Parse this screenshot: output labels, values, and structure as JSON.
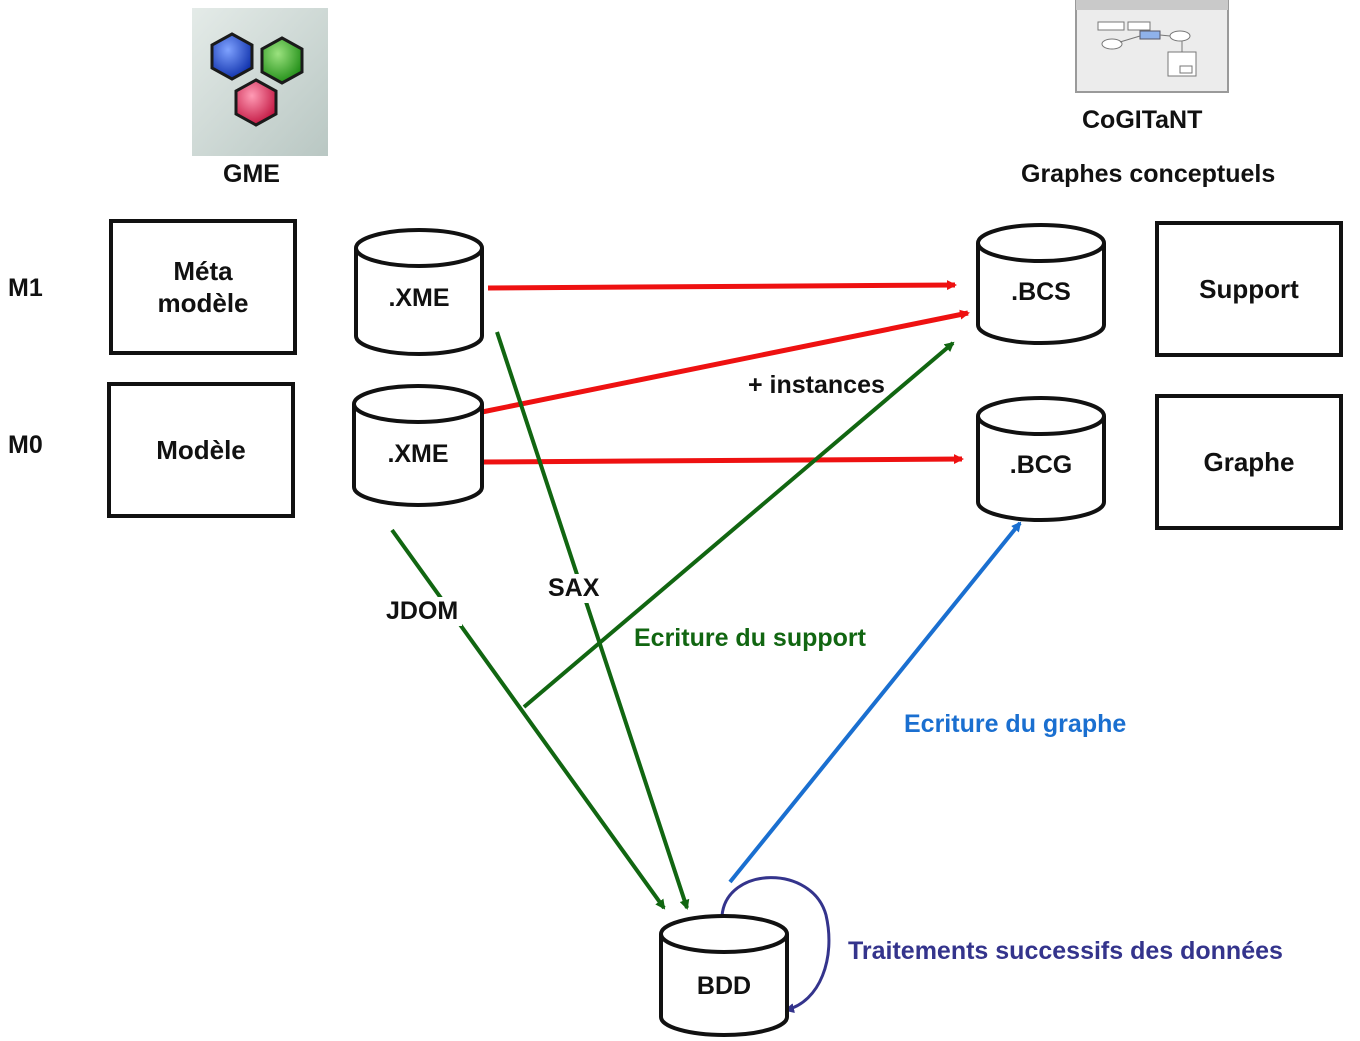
{
  "tools": {
    "gme": {
      "label": "GME"
    },
    "cogitant": {
      "label": "CoGITaNT",
      "subtitle": "Graphes conceptuels"
    }
  },
  "levels": {
    "m1": "M1",
    "m0": "M0"
  },
  "boxes": {
    "meta_model": {
      "line1": "Méta",
      "line2": "modèle"
    },
    "model": "Modèle",
    "support": "Support",
    "graph": "Graphe"
  },
  "cylinders": {
    "xme_m1": ".XME",
    "xme_m0": ".XME",
    "bcs": ".BCS",
    "bcg": ".BCG",
    "bdd": "BDD"
  },
  "edge_labels": {
    "instances": "+ instances",
    "jdom": "JDOM",
    "sax": "SAX",
    "support_writing": "Ecriture du support",
    "graph_writing": "Ecriture du graphe",
    "processing": "Traitements successifs des données"
  },
  "colors": {
    "red_arrow": "#ee1111",
    "green_arrow": "#116611",
    "blue_arrow": "#1a6fd0",
    "purple_arrow": "#34348c"
  }
}
